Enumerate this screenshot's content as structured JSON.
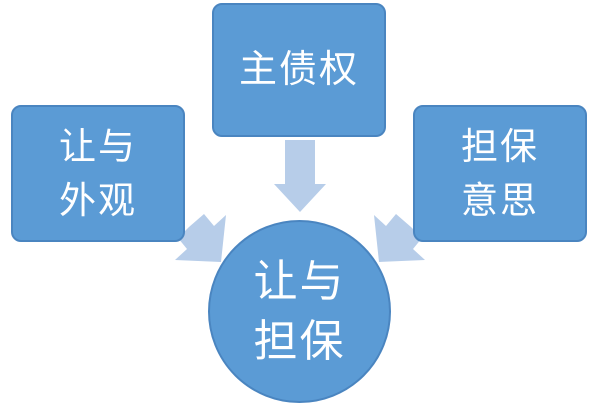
{
  "nodes": {
    "top": {
      "text": "主债权"
    },
    "left": {
      "text": "让与\n外观"
    },
    "right": {
      "text": "担保\n意思"
    },
    "center": {
      "text": "让与\n担保"
    }
  },
  "colors": {
    "box_fill": "#5b9bd5",
    "box_border": "#4a85c0",
    "arrow_fill": "#b7cde9",
    "text": "#ffffff"
  }
}
